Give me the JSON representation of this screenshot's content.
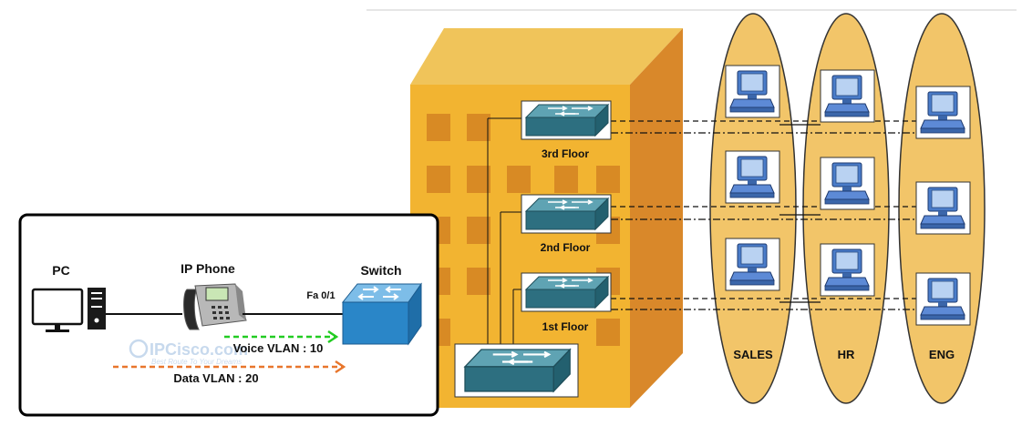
{
  "inset": {
    "pc_label": "PC",
    "phone_label": "IP Phone",
    "switch_label": "Switch",
    "port_label": "Fa 0/1",
    "voice_vlan": "Voice VLAN : 10",
    "data_vlan": "Data VLAN : 20",
    "watermark": "IPCisco.com",
    "watermark_tagline": "Best Route To Your Dreams",
    "voice_color": "#22cc22",
    "data_color": "#e8762c"
  },
  "building": {
    "floors": [
      "3rd Floor",
      "2nd Floor",
      "1st Floor"
    ]
  },
  "departments": [
    "SALES",
    "HR",
    "ENG"
  ],
  "colors": {
    "building_front": "#f2b431",
    "building_side": "#d9882a",
    "building_top": "#f0c45a",
    "window": "#d88a24",
    "switch_teal": "#2d6f80",
    "ellipse_fill": "#f2c569",
    "inset_switch": "#2a86c8"
  }
}
